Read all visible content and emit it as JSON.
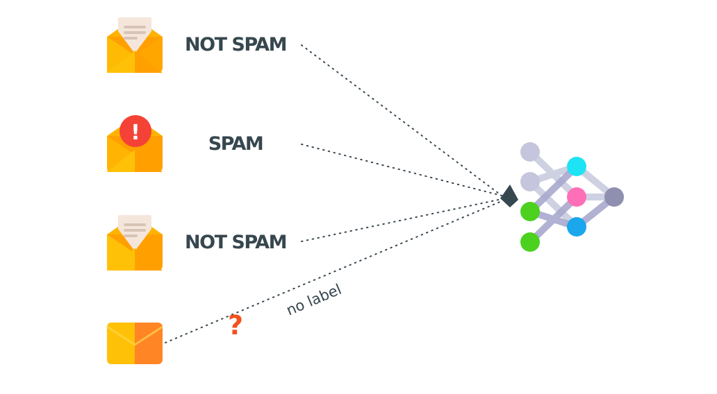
{
  "emails": [
    {
      "label": "NOT SPAM",
      "icon": "open-envelope-letter-icon"
    },
    {
      "label": "SPAM",
      "icon": "open-envelope-alert-icon",
      "alert_glyph": "!"
    },
    {
      "label": "NOT SPAM",
      "icon": "open-envelope-letter-icon"
    },
    {
      "label": "",
      "icon": "closed-envelope-icon",
      "unknown_glyph": "?",
      "note": "no label"
    }
  ],
  "model": {
    "icon": "neural-network-icon"
  },
  "colors": {
    "envelope_light": "#ffc107",
    "envelope_dark": "#ffa000",
    "envelope_top": "#ffb300",
    "letter": "#f5e6dc",
    "letter_lines": "#d7c4b6",
    "alert": "#f44336",
    "question": "#f4511e",
    "text": "#37474f",
    "arrow": "#37474f",
    "node_gray": "#c5c5dd",
    "node_green": "#4cd11f",
    "node_cyan": "#1ee3f5",
    "node_blue": "#1aa7ec",
    "node_pink": "#ff6fb7",
    "node_dark": "#8f8fb0",
    "edge": "#b8b8d4"
  }
}
